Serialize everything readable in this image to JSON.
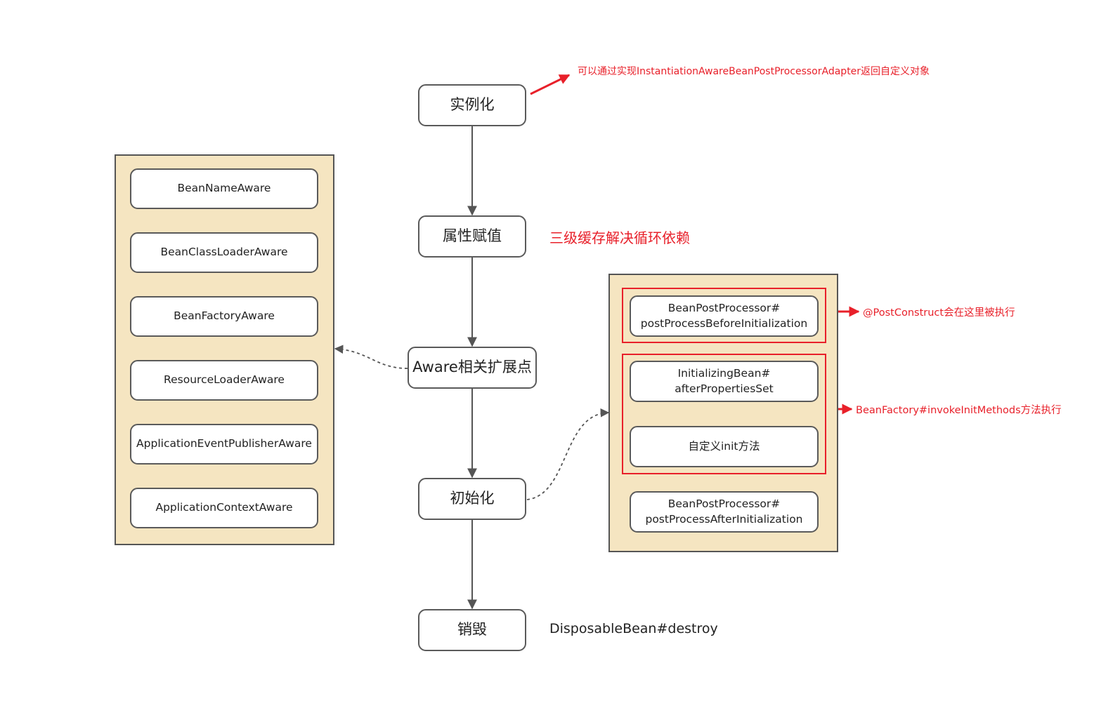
{
  "flow": {
    "instantiate": "实例化",
    "populate": "属性赋值",
    "aware": "Aware相关扩展点",
    "initialize": "初始化",
    "destroy": "销毁"
  },
  "aware_panel": {
    "items": [
      "BeanNameAware",
      "BeanClassLoaderAware",
      "BeanFactoryAware",
      "ResourceLoaderAware",
      "ApplicationEventPublisherAware",
      "ApplicationContextAware"
    ]
  },
  "init_panel": {
    "before": {
      "line1": "BeanPostProcessor#",
      "line2": "postProcessBeforeInitialization"
    },
    "initializing": {
      "line1": "InitializingBean#",
      "line2": "afterPropertiesSet"
    },
    "custom_init": "自定义init方法",
    "after": {
      "line1": "BeanPostProcessor#",
      "line2": "postProcessAfterInitialization"
    }
  },
  "annotations": {
    "instantiate_note": "可以通过实现InstantiationAwareBeanPostProcessorAdapter返回自定义对象",
    "cache_note": "三级缓存解决循环依赖",
    "postconstruct_note": "@PostConstruct会在这里被执行",
    "invoke_init_note": "BeanFactory#invokeInitMethods方法执行",
    "destroy_note": "DisposableBean#destroy"
  },
  "colors": {
    "panel": "#f5e5c1",
    "border": "#5a5a5a",
    "accent_red": "#e8202a"
  }
}
